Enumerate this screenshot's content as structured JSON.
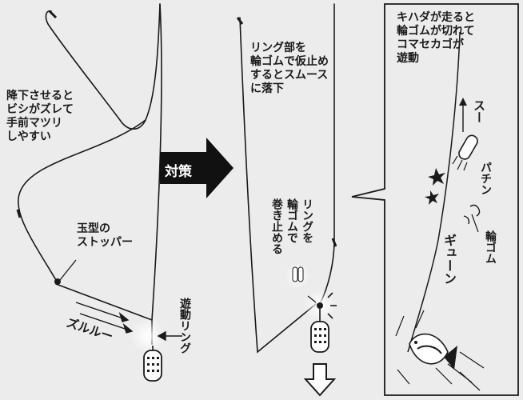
{
  "labels": {
    "descend_note": "降下させると\nビシがズレて\n手前マツリ\nしやすい",
    "ball_stopper": "玉型の\nストッパー",
    "zururu": "ズルルー",
    "sliding_ring": "遊動リング",
    "fix_tip": "リング部を\n輪ゴムで仮止め\nするとスムース\nに落下",
    "taisaku": "対策",
    "ring_wo": "リングを",
    "wagomu_de": "輪ゴムで",
    "makitome": "巻き止める",
    "kihada_note": "キハダが走ると\n輪ゴムが切れて\nコマセカゴが\n遊動",
    "su": "スー",
    "pachin": "パチン",
    "wagomu": "輪ゴム",
    "gyuun": "ギューン"
  },
  "colors": {
    "background": "#ececec",
    "line": "#1a1a1a",
    "arrow_fill": "#111111"
  }
}
